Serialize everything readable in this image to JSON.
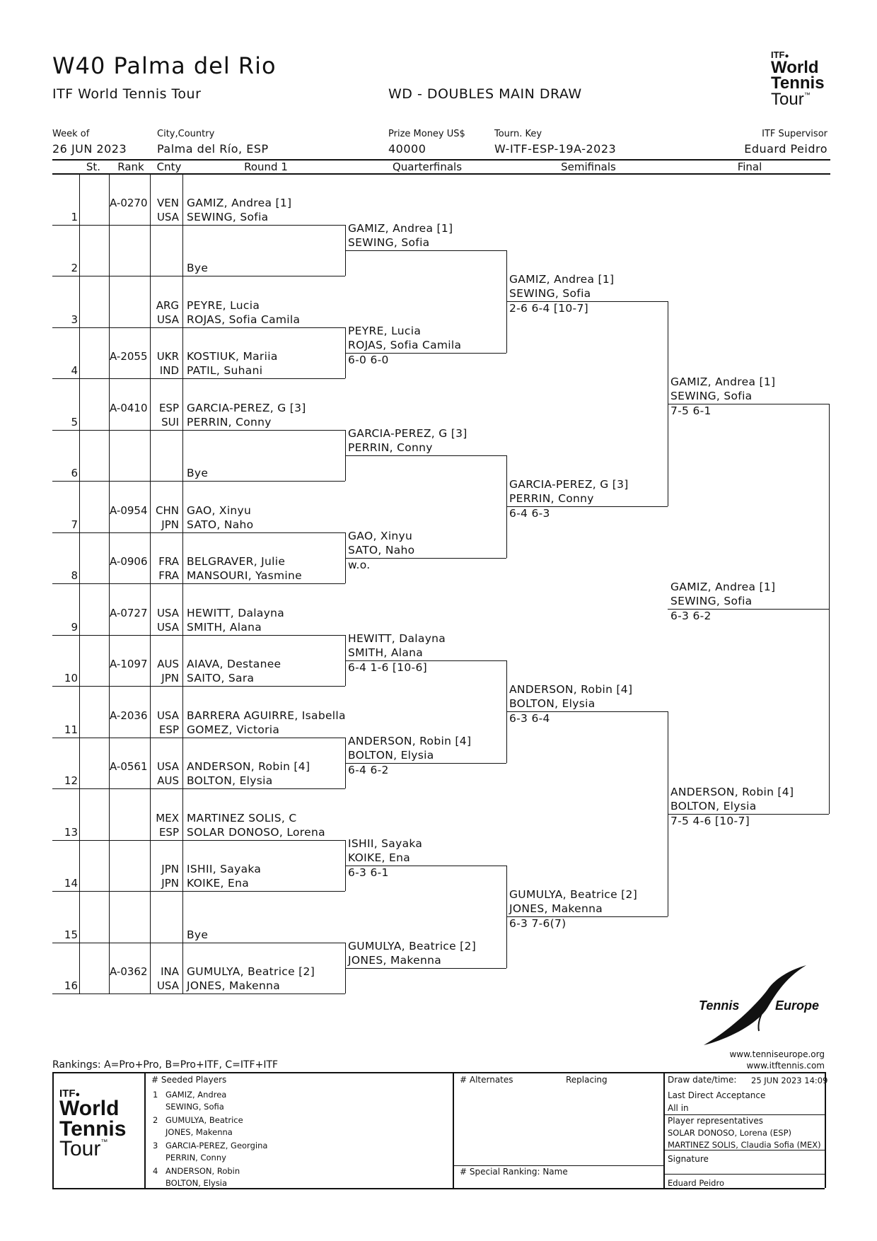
{
  "header": {
    "title": "W40 Palma del Rio",
    "tour": "ITF World Tennis Tour",
    "draw_name": "WD - DOUBLES MAIN DRAW",
    "week_label": "Week of",
    "week_value": "26 JUN 2023",
    "city_label": "City,Country",
    "city_value": "Palma del Río, ESP",
    "prize_label": "Prize Money US$",
    "prize_value": "40000",
    "key_label": "Tourn. Key",
    "key_value": "W-ITF-ESP-19A-2023",
    "supervisor_label": "ITF Supervisor",
    "supervisor_value": "Eduard Peidro"
  },
  "logo": {
    "itf": "ITF",
    "line1": "World",
    "line2": "Tennis",
    "line3": "Tour",
    "tm": "™"
  },
  "columns": {
    "st": "St.",
    "rank": "Rank",
    "cnty": "Cnty",
    "r1": "Round 1",
    "qf": "Quarterfinals",
    "sf": "Semifinals",
    "f": "Final"
  },
  "entries": [
    {
      "num": "1",
      "rank": "A-0270",
      "c1": "VEN",
      "c2": "USA",
      "p1": "GAMIZ, Andrea [1]",
      "p2": "SEWING, Sofia"
    },
    {
      "num": "2",
      "rank": "",
      "c1": "",
      "c2": "",
      "p1": "",
      "p2": "Bye"
    },
    {
      "num": "3",
      "rank": "",
      "c1": "ARG",
      "c2": "USA",
      "p1": "PEYRE, Lucia",
      "p2": "ROJAS, Sofia Camila"
    },
    {
      "num": "4",
      "rank": "A-2055",
      "c1": "UKR",
      "c2": "IND",
      "p1": "KOSTIUK, Mariia",
      "p2": "PATIL, Suhani"
    },
    {
      "num": "5",
      "rank": "A-0410",
      "c1": "ESP",
      "c2": "SUI",
      "p1": "GARCIA-PEREZ, G [3]",
      "p2": "PERRIN, Conny"
    },
    {
      "num": "6",
      "rank": "",
      "c1": "",
      "c2": "",
      "p1": "",
      "p2": "Bye"
    },
    {
      "num": "7",
      "rank": "A-0954",
      "c1": "CHN",
      "c2": "JPN",
      "p1": "GAO, Xinyu",
      "p2": "SATO, Naho"
    },
    {
      "num": "8",
      "rank": "A-0906",
      "c1": "FRA",
      "c2": "FRA",
      "p1": "BELGRAVER, Julie",
      "p2": "MANSOURI, Yasmine"
    },
    {
      "num": "9",
      "rank": "A-0727",
      "c1": "USA",
      "c2": "USA",
      "p1": "HEWITT, Dalayna",
      "p2": "SMITH, Alana"
    },
    {
      "num": "10",
      "rank": "A-1097",
      "c1": "AUS",
      "c2": "JPN",
      "p1": "AIAVA, Destanee",
      "p2": "SAITO, Sara"
    },
    {
      "num": "11",
      "rank": "A-2036",
      "c1": "USA",
      "c2": "ESP",
      "p1": "BARRERA AGUIRRE, Isabella",
      "p2": "GOMEZ, Victoria"
    },
    {
      "num": "12",
      "rank": "A-0561",
      "c1": "USA",
      "c2": "AUS",
      "p1": "ANDERSON, Robin [4]",
      "p2": "BOLTON, Elysia"
    },
    {
      "num": "13",
      "rank": "",
      "c1": "MEX",
      "c2": "ESP",
      "p1": "MARTINEZ SOLIS, C",
      "p2": "SOLAR DONOSO, Lorena"
    },
    {
      "num": "14",
      "rank": "",
      "c1": "JPN",
      "c2": "JPN",
      "p1": "ISHII, Sayaka",
      "p2": "KOIKE, Ena"
    },
    {
      "num": "15",
      "rank": "",
      "c1": "",
      "c2": "",
      "p1": "",
      "p2": "Bye"
    },
    {
      "num": "16",
      "rank": "A-0362",
      "c1": "INA",
      "c2": "USA",
      "p1": "GUMULYA, Beatrice [2]",
      "p2": "JONES, Makenna"
    }
  ],
  "qf": [
    {
      "p1": "GAMIZ, Andrea [1]",
      "p2": "SEWING, Sofia",
      "score": ""
    },
    {
      "p1": "PEYRE, Lucia",
      "p2": "ROJAS, Sofia Camila",
      "score": "6-0 6-0"
    },
    {
      "p1": "GARCIA-PEREZ, G [3]",
      "p2": "PERRIN, Conny",
      "score": ""
    },
    {
      "p1": "GAO, Xinyu",
      "p2": "SATO, Naho",
      "score": "w.o."
    },
    {
      "p1": "HEWITT, Dalayna",
      "p2": "SMITH, Alana",
      "score": "6-4 1-6 [10-6]"
    },
    {
      "p1": "ANDERSON, Robin [4]",
      "p2": "BOLTON, Elysia",
      "score": "6-4 6-2"
    },
    {
      "p1": "ISHII, Sayaka",
      "p2": "KOIKE, Ena",
      "score": "6-3 6-1"
    },
    {
      "p1": "GUMULYA, Beatrice [2]",
      "p2": "JONES, Makenna",
      "score": ""
    }
  ],
  "sf": [
    {
      "p1": "GAMIZ, Andrea [1]",
      "p2": "SEWING, Sofia",
      "score": "2-6 6-4 [10-7]"
    },
    {
      "p1": "GARCIA-PEREZ, G [3]",
      "p2": "PERRIN, Conny",
      "score": "6-4 6-3"
    },
    {
      "p1": "ANDERSON, Robin [4]",
      "p2": "BOLTON, Elysia",
      "score": "6-3 6-4"
    },
    {
      "p1": "GUMULYA, Beatrice [2]",
      "p2": "JONES, Makenna",
      "score": "6-3 7-6(7)"
    }
  ],
  "final": [
    {
      "p1": "GAMIZ, Andrea [1]",
      "p2": "SEWING, Sofia",
      "score": "7-5 6-1"
    },
    {
      "p1": "ANDERSON, Robin [4]",
      "p2": "BOLTON, Elysia",
      "score": "7-5 4-6 [10-7]"
    }
  ],
  "champion": {
    "p1": "GAMIZ, Andrea [1]",
    "p2": "SEWING, Sofia",
    "score": "6-3 6-2"
  },
  "tennis_europe": {
    "left": "Tennis",
    "right": "Europe",
    "url1": "www.tenniseurope.org",
    "url2": "www.itftennis.com"
  },
  "footer": {
    "rankings_note": "Rankings: A=Pro+Pro, B=Pro+ITF, C=ITF+ITF",
    "seeded_title": "#   Seeded Players",
    "seeded": [
      {
        "n": "1",
        "a": "GAMIZ, Andrea",
        "b": "SEWING, Sofia"
      },
      {
        "n": "2",
        "a": "GUMULYA, Beatrice",
        "b": "JONES, Makenna"
      },
      {
        "n": "3",
        "a": "GARCIA-PEREZ, Georgina",
        "b": "PERRIN, Conny"
      },
      {
        "n": "4",
        "a": "ANDERSON, Robin",
        "b": "BOLTON, Elysia"
      }
    ],
    "alternates_title": "# Alternates",
    "replacing_title": "Replacing",
    "special_ranking": "#  Special Ranking: Name",
    "draw_date_label": "Draw date/time:",
    "draw_date_value": "25 JUN 2023 14:09",
    "lda_label": "Last Direct Acceptance",
    "lda_value": "All in",
    "reps_label": "Player representatives",
    "rep1": "SOLAR DONOSO, Lorena (ESP)",
    "rep2": "MARTINEZ SOLIS, Claudia Sofia (MEX)",
    "signature_label": "Signature",
    "signature_value": "Eduard Peidro"
  }
}
